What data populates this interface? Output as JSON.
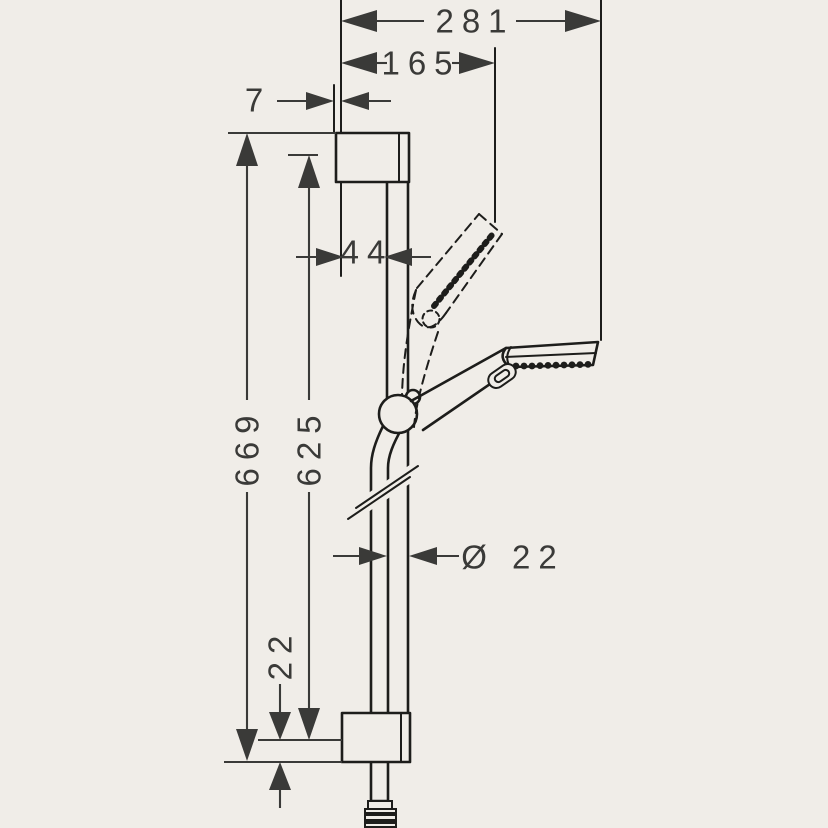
{
  "page": {
    "background_color": "#f0ede8",
    "drawing_line_color": "#1d1d1b",
    "dimension_color": "#3a3a38"
  },
  "drawing": {
    "kind": "technical-dimension-diagram",
    "subject": "wall-mounted shower slide bar set with hand shower and hose, side elevation",
    "dimensions": {
      "total_depth": "281",
      "tilted_head_depth": "165",
      "wall_plate_offset": "7",
      "bar_wall_clearance": "44",
      "total_height": "669",
      "bar_length": "625",
      "bottom_end_offset": "22",
      "bar_diameter": "Ø 22"
    }
  }
}
